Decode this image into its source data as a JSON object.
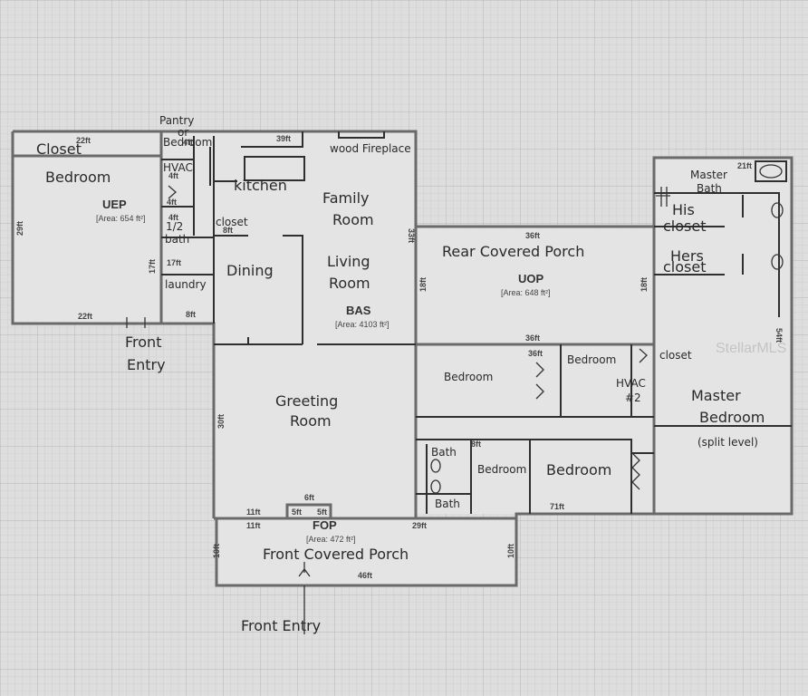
{
  "sections": [
    {
      "code": "UEP",
      "area": "[Area: 654 ft²]"
    },
    {
      "code": "BAS",
      "area": "[Area: 4103 ft²]"
    },
    {
      "code": "UOP",
      "area": "[Area: 648 ft²]"
    },
    {
      "code": "FOP",
      "area": "[Area: 472 ft²]"
    }
  ],
  "rooms": {
    "pantry": "Pantry",
    "or_bedroom_1": "or",
    "or_bedroom_2": "Bedroom",
    "closet_left": "Closet",
    "bedroom_left": "Bedroom",
    "hvac": "HVAC",
    "kitchen": "kitchen",
    "wood_fireplace": "wood Fireplace",
    "family_room_1": "Family",
    "family_room_2": "Room",
    "closet_dining": "closet",
    "half_bath_1": "1/2",
    "half_bath_2": "bath",
    "dining": "Dining",
    "living_room_1": "Living",
    "living_room_2": "Room",
    "laundry": "laundry",
    "front_entry_left_1": "Front",
    "front_entry_left_2": "Entry",
    "greeting_room_1": "Greeting",
    "greeting_room_2": "Room",
    "rear_porch": "Rear Covered Porch",
    "master_bath_1": "Master",
    "master_bath_2": "Bath",
    "his_closet_1": "His",
    "his_closet_2": "closet",
    "hers_closet_1": "Hers",
    "hers_closet_2": "closet",
    "bedroom_mid": "Bedroom",
    "bedroom_right_top": "Bedroom",
    "closet_right": "closet",
    "hvac2_1": "HVAC",
    "hvac2_2": "#2",
    "master_bedroom_1": "Master",
    "master_bedroom_2": "Bedroom",
    "split_level": "(split level)",
    "bath_upper": "Bath",
    "bath_lower": "Bath",
    "bedroom_small": "Bedroom",
    "bedroom_bottom": "Bedroom",
    "front_porch": "Front Covered Porch",
    "front_entry_bottom": "Front Entry"
  },
  "dimensions": {
    "uep_top": "22ft",
    "uep_left": "29ft",
    "uep_bottom": "22ft",
    "uep_right": "17ft",
    "laundry_w": "17ft",
    "half_bath_w": "4ft",
    "hvac_w": "4ft",
    "pantry_w": "4ft",
    "bas_top": "39ft",
    "bas_right_upper": "33ft",
    "bas_left_lower": "30ft",
    "uop_top": "36ft",
    "uop_left": "18ft",
    "uop_right": "18ft",
    "uop_bottom": "36ft",
    "bed_top": "36ft",
    "master_top": "21ft",
    "right_side": "54ft",
    "bottom_right": "71ft",
    "fop_top_left": "11ft",
    "fop_left": "11ft",
    "fop_top_right": "29ft",
    "fop_bottom": "46ft",
    "fop_side_left": "10ft",
    "fop_side_right": "10ft",
    "entry_w": "6ft",
    "entry_l": "5ft",
    "entry_r": "5ft",
    "b1": "8ft",
    "b2": "8ft",
    "b3": "4ft",
    "small_top": "8ft"
  },
  "watermark": "StellarMLS"
}
